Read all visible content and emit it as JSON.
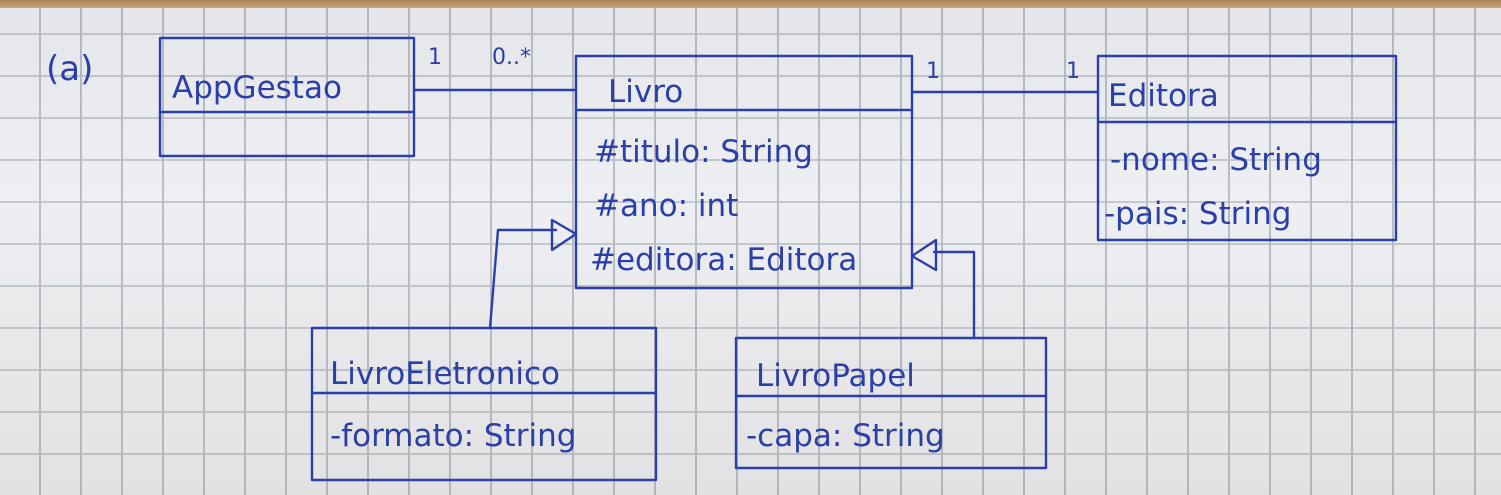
{
  "label": "(a)",
  "classes": {
    "appgestao": {
      "name": "AppGestao",
      "attributes": []
    },
    "livro": {
      "name": "Livro",
      "attributes": [
        "#titulo: String",
        "#ano: int",
        "#editora: Editora"
      ]
    },
    "editora": {
      "name": "Editora",
      "attributes": [
        "-nome: String",
        "-pais: String"
      ]
    },
    "livroeletronico": {
      "name": "LivroEletronico",
      "attributes": [
        "-formato: String"
      ]
    },
    "livropapel": {
      "name": "LivroPapel",
      "attributes": [
        "-capa: String"
      ]
    }
  },
  "associations": {
    "app_livro": {
      "source_mult": "1",
      "target_mult": "0..*"
    },
    "livro_editora": {
      "source_mult": "1",
      "target_mult": "1"
    }
  },
  "colors": {
    "ink": "#2b3fa8",
    "paper": "#eeeff3",
    "grid": "#b9bec6"
  }
}
